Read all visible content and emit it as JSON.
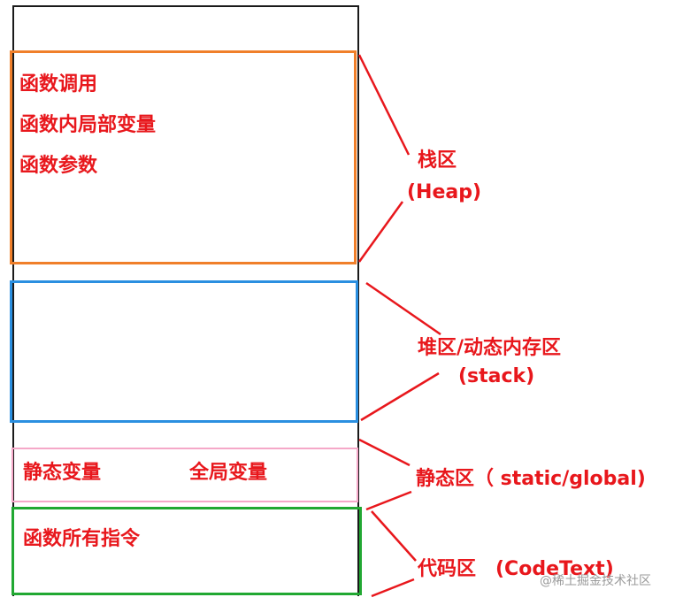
{
  "regions": {
    "stack_area": {
      "items": [
        "函数调用",
        "函数内局部变量",
        "函数参数"
      ],
      "label_line1": "栈区",
      "label_line2": "(Heap)"
    },
    "heap_area": {
      "label_line1": "堆区/动态内存区",
      "label_line2": "(stack)"
    },
    "static_area": {
      "items": [
        "静态变量",
        "全局变量"
      ],
      "label": "静态区（ static/global)"
    },
    "code_area": {
      "items": [
        "函数所有指令"
      ],
      "label": "代码区　(CodeText)"
    }
  },
  "watermark": "@稀土掘金技术社区",
  "colors": {
    "text_red": "#e8171c",
    "stack_border": "#f07f2a",
    "heap_border": "#2a8fe0",
    "static_border": "#f5a8c8",
    "code_border": "#21a832"
  }
}
